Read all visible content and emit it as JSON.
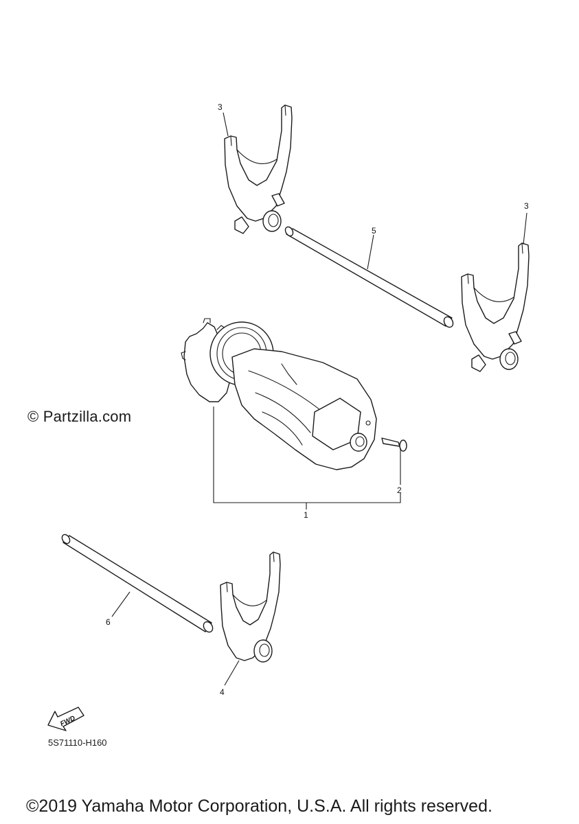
{
  "watermark": "© Partzilla.com",
  "diagram_code": "5S71110-H160",
  "fwd_label": "FWD",
  "copyright": "©2019 Yamaha Motor Corporation, U.S.A. All rights reserved.",
  "callouts": {
    "shift_drum": "1",
    "screw": "2",
    "fork_upper_left": "3",
    "fork_upper_right": "3",
    "fork_lower": "4",
    "guide_bar_upper": "5",
    "guide_bar_lower": "6"
  }
}
